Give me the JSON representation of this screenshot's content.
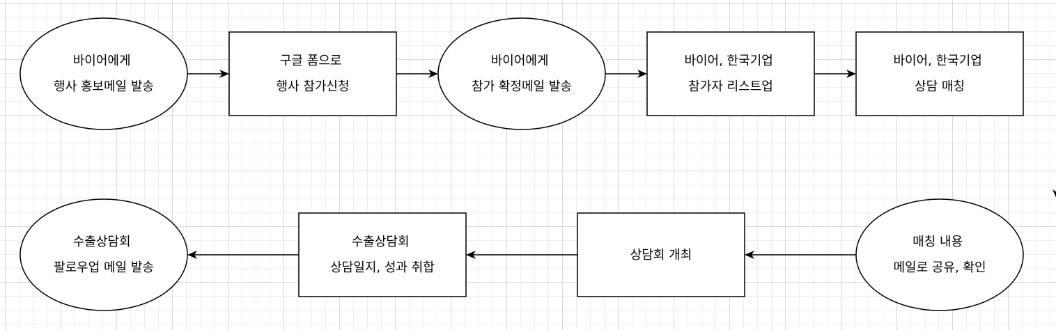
{
  "nodes": [
    {
      "id": "n1",
      "shape": "ellipse",
      "lines": [
        "바이어에게",
        "행사 홍보메일 발송"
      ]
    },
    {
      "id": "n2",
      "shape": "rect",
      "lines": [
        "구글 폼으로",
        "행사 참가신청"
      ]
    },
    {
      "id": "n3",
      "shape": "ellipse",
      "lines": [
        "바이어에게",
        "참가 확정메일 발송"
      ]
    },
    {
      "id": "n4",
      "shape": "rect",
      "lines": [
        "바이어, 한국기업",
        "참가자 리스트업"
      ]
    },
    {
      "id": "n5",
      "shape": "rect",
      "lines": [
        "바이어, 한국기업",
        "상담 매칭"
      ]
    },
    {
      "id": "n6",
      "shape": "ellipse",
      "lines": [
        "매칭 내용",
        "메일로 공유, 확인"
      ]
    },
    {
      "id": "n7",
      "shape": "rect",
      "lines": [
        "상담회 개최"
      ]
    },
    {
      "id": "n8",
      "shape": "rect",
      "lines": [
        "수출상담회",
        "상담일지, 성과 취합"
      ]
    },
    {
      "id": "n9",
      "shape": "ellipse",
      "lines": [
        "수출상담회",
        "팔로우업 메일 발송"
      ]
    }
  ],
  "edges": [
    {
      "from": "n1",
      "to": "n2"
    },
    {
      "from": "n2",
      "to": "n3"
    },
    {
      "from": "n3",
      "to": "n4"
    },
    {
      "from": "n4",
      "to": "n5"
    },
    {
      "from": "n5",
      "to": "n6"
    },
    {
      "from": "n6",
      "to": "n7"
    },
    {
      "from": "n7",
      "to": "n8"
    },
    {
      "from": "n8",
      "to": "n9"
    }
  ],
  "colors": {
    "stroke": "#000000",
    "fill": "#ffffff",
    "text": "#000000"
  }
}
